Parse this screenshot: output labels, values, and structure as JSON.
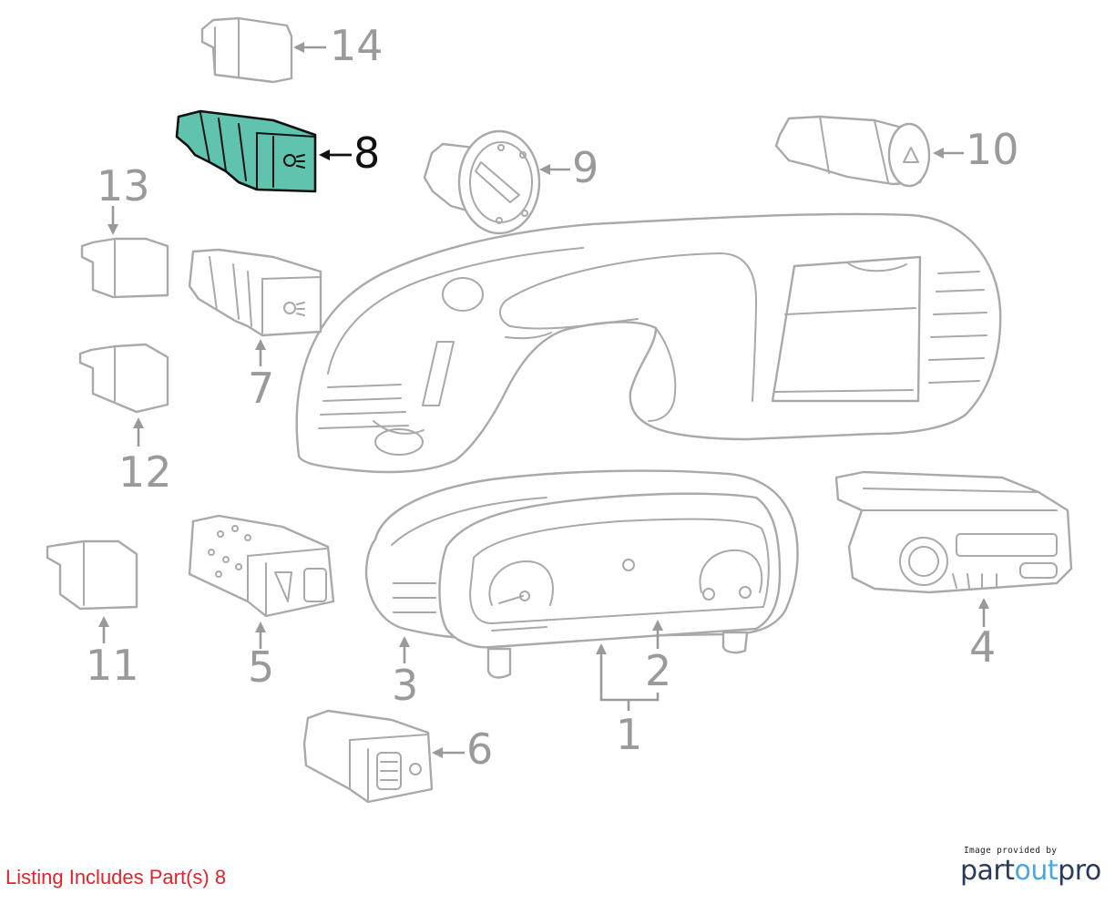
{
  "diagram": {
    "highlight_color": "#5fc3ae",
    "callouts": [
      {
        "id": "14",
        "label": "14"
      },
      {
        "id": "8",
        "label": "8",
        "highlighted": true
      },
      {
        "id": "9",
        "label": "9"
      },
      {
        "id": "10",
        "label": "10"
      },
      {
        "id": "13",
        "label": "13"
      },
      {
        "id": "7",
        "label": "7"
      },
      {
        "id": "12",
        "label": "12"
      },
      {
        "id": "11",
        "label": "11"
      },
      {
        "id": "5",
        "label": "5"
      },
      {
        "id": "3",
        "label": "3"
      },
      {
        "id": "2",
        "label": "2"
      },
      {
        "id": "1",
        "label": "1"
      },
      {
        "id": "4",
        "label": "4"
      },
      {
        "id": "6",
        "label": "6"
      }
    ]
  },
  "footer": {
    "listing_note": "Listing Includes Part(s) 8",
    "listing_color": "#e8202a",
    "provider_caption": "Image provided by",
    "provider_logo_part": "part",
    "provider_logo_out": "out",
    "provider_logo_pro": "pro"
  }
}
